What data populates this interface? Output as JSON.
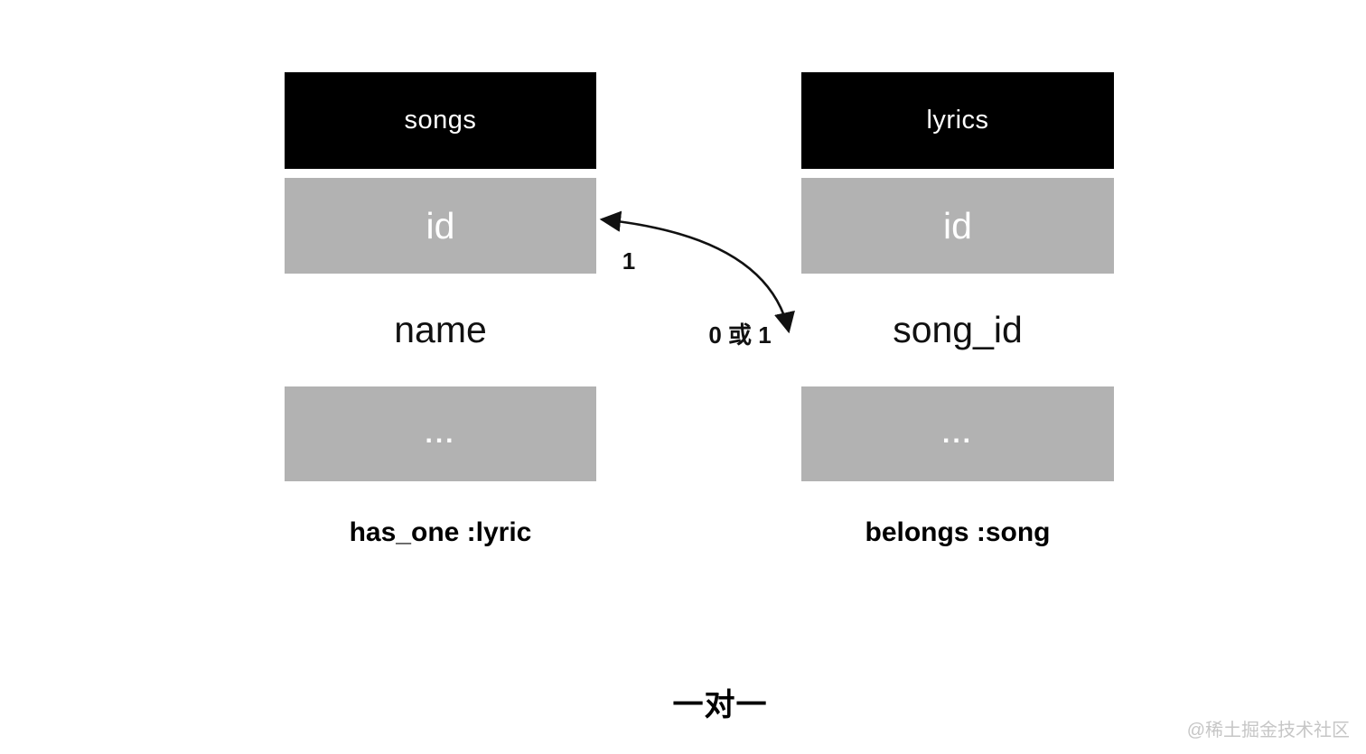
{
  "tables": [
    {
      "name": "songs",
      "rows": [
        "id",
        "name",
        "..."
      ],
      "caption": "has_one :lyric"
    },
    {
      "name": "lyrics",
      "rows": [
        "id",
        "song_id",
        "..."
      ],
      "caption": "belongs :song"
    }
  ],
  "relationship": {
    "one_label": "1",
    "zero_or_one_label": "0 或 1"
  },
  "footer": {
    "title": "一对一",
    "watermark": "@稀土掘金技术社区"
  },
  "colors": {
    "header_bg": "#000000",
    "header_text": "#ffffff",
    "row_bg": "#b2b2b2",
    "row_text": "#ffffff",
    "arrow": "#111111",
    "watermark_text": "#c6c6c6"
  }
}
